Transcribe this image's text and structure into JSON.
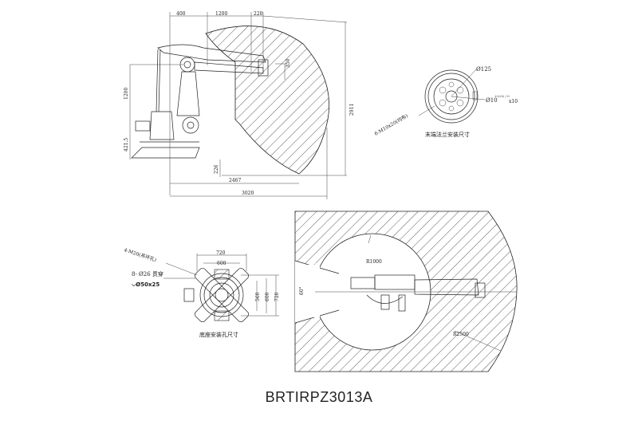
{
  "title": "BRTIRPZ3013A",
  "side_view": {
    "dims_top": [
      "400",
      "1200",
      "220"
    ],
    "dim_left_1200": "1200",
    "dim_left_base": "421.5",
    "dim_right_height": "2911",
    "dim_vertical_small": "350",
    "dim_bottom_offset": "226",
    "dim_reach_inner": "2467",
    "dim_reach_outer": "3020"
  },
  "flange_view": {
    "dia_outer": "Ø125",
    "dia_pin": "Ø10",
    "tolerance": "+0.02 / 0",
    "pin_depth": "x10",
    "bolt_spec": "6-M10x20(均布)",
    "caption": "末端法兰安装尺寸"
  },
  "base_view": {
    "lifting_holes": "4-M20(吊环孔)",
    "through_holes": "8- Ø26 贯穿",
    "counterbore": "⌵Ø50x25",
    "dim_720_top": "720",
    "dim_600_top": "600",
    "dim_560": "560",
    "dim_600_side": "600",
    "dim_720_side": "720",
    "caption": "底座安装孔尺寸"
  },
  "top_view": {
    "inner_radius": "R1000",
    "outer_radius": "R2500",
    "angle": "60°"
  }
}
